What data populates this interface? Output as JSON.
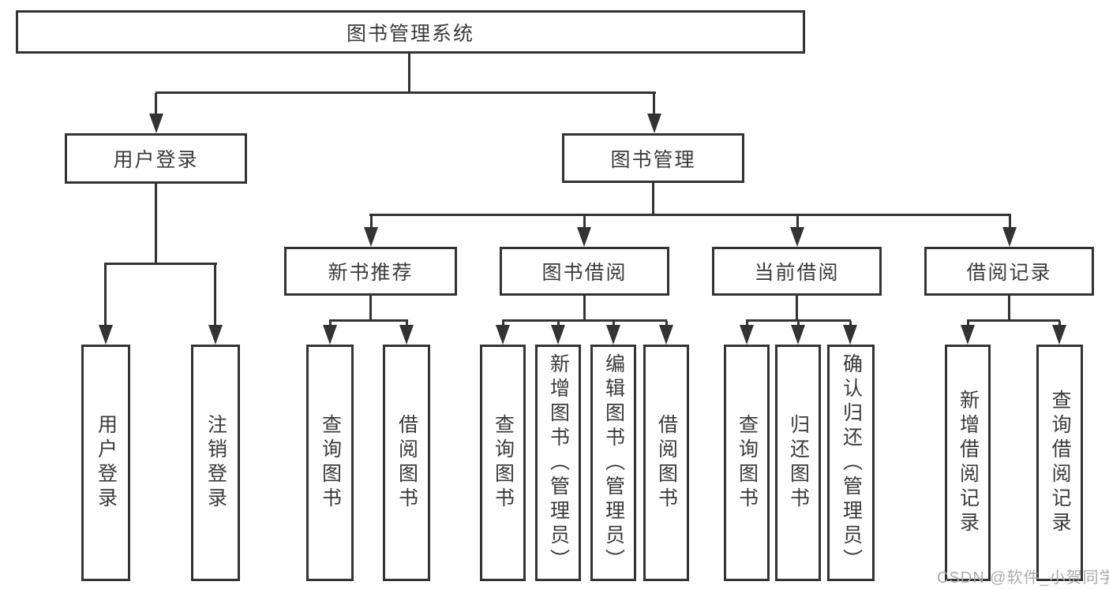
{
  "colors": {
    "line": "#333333",
    "border": "#333333",
    "text": "#3a3a3a",
    "node_background": "#ffffff",
    "watermark": "#ababab"
  },
  "watermark": {
    "text": "CSDN @软件_小贺同学"
  },
  "tree": {
    "root": {
      "label": "图书管理系统",
      "children": [
        {
          "label": "用户登录",
          "children": [
            {
              "label": "用户登录"
            },
            {
              "label": "注销登录"
            }
          ]
        },
        {
          "label": "图书管理",
          "children": [
            {
              "label": "新书推荐",
              "children": [
                {
                  "label": "查询图书"
                },
                {
                  "label": "借阅图书"
                }
              ]
            },
            {
              "label": "图书借阅",
              "children": [
                {
                  "label": "查询图书"
                },
                {
                  "label": "新增图书（管理员）"
                },
                {
                  "label": "编辑图书（管理员）"
                },
                {
                  "label": "借阅图书"
                }
              ]
            },
            {
              "label": "当前借阅",
              "children": [
                {
                  "label": "查询图书"
                },
                {
                  "label": "归还图书"
                },
                {
                  "label": "确认归还（管理员）"
                }
              ]
            },
            {
              "label": "借阅记录",
              "children": [
                {
                  "label": "新增借阅记录"
                },
                {
                  "label": "查询借阅记录"
                }
              ]
            }
          ]
        }
      ]
    }
  }
}
